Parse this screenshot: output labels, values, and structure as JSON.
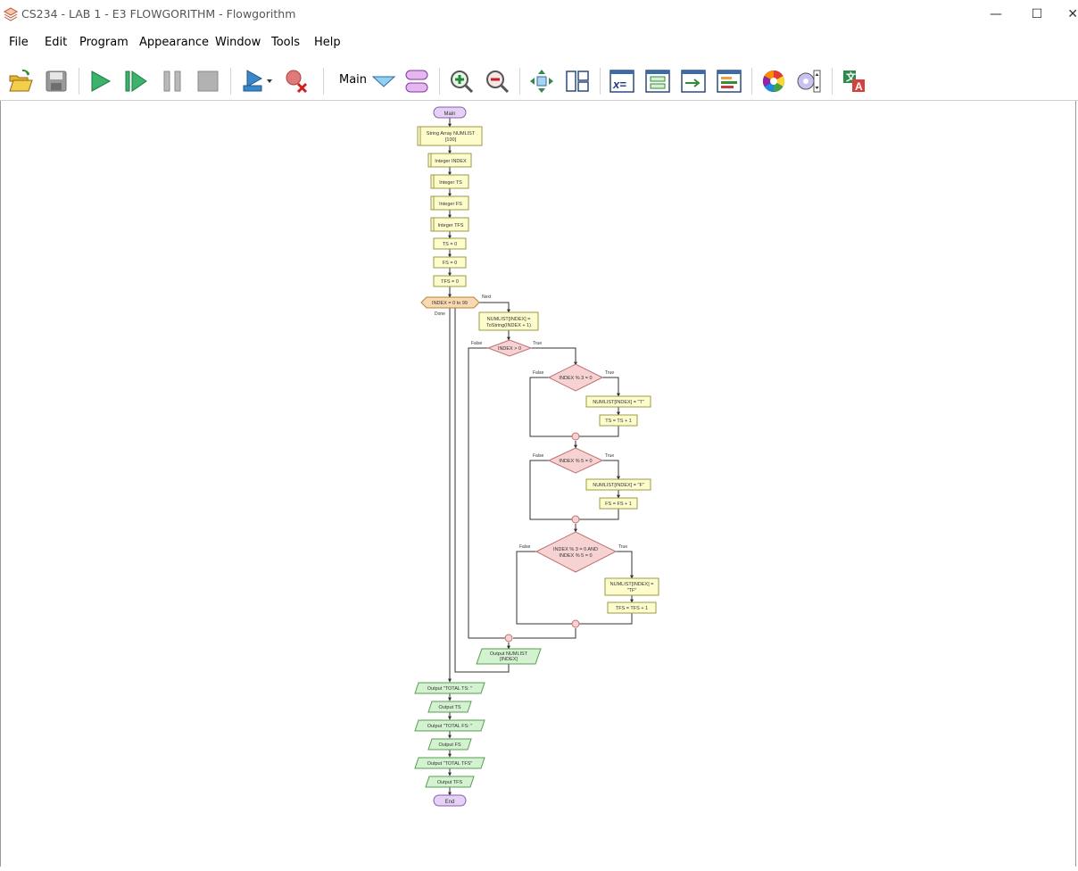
{
  "window": {
    "title": "CS234 - LAB 1 - E3 FLOWGORITHM - Flowgorithm",
    "minimize_glyph": "—",
    "maximize_glyph": "☐",
    "close_glyph": "✕"
  },
  "menu": [
    "File",
    "Edit",
    "Program",
    "Appearance",
    "Window",
    "Tools",
    "Help"
  ],
  "toolbar": {
    "function_selector": "Main",
    "icons": [
      "open-icon",
      "save-icon",
      "run-icon",
      "step-icon",
      "pause-icon",
      "stop-icon",
      "breakpoint-add-icon",
      "breakpoint-clear-icon",
      "function-dropdown-icon",
      "function-manager-icon",
      "zoom-in-icon",
      "zoom-out-icon",
      "fit-icon",
      "layout-icon",
      "variable-watch-icon",
      "console-icon",
      "output-icon",
      "source-view-icon",
      "color-palette-icon",
      "style-icon",
      "translate-icon"
    ]
  },
  "flowchart": {
    "main": "Main",
    "end": "End",
    "decl_numlist": [
      "String Array NUMLIST",
      "[100]"
    ],
    "decl_index": "Integer INDEX",
    "decl_ts": "Integer TS",
    "decl_fs": "Integer FS",
    "decl_tfs": "Integer TFS",
    "assign_ts0": "TS = 0",
    "assign_fs0": "FS = 0",
    "assign_tfs0": "TFS = 0",
    "for_loop": "INDEX = 0 to 99",
    "next_label": "Next",
    "done_label": "Done",
    "assign_numlist": [
      "NUMLIST[INDEX] =",
      "ToString(INDEX + 1)"
    ],
    "if_index_gt0": "INDEX > 0",
    "if_mod3": "INDEX % 3 = 0",
    "assign_t": "NUMLIST[INDEX] = \"T\"",
    "inc_ts": "TS = TS + 1",
    "if_mod5": "INDEX % 5 = 0",
    "assign_f": "NUMLIST[INDEX] = \"F\"",
    "inc_fs": "FS = FS + 1",
    "if_both": [
      "INDEX % 3 = 0 AND",
      "INDEX % 5 = 0"
    ],
    "assign_tf": [
      "NUMLIST[INDEX] =",
      "\"TF\""
    ],
    "inc_tfs": "TFS = TFS + 1",
    "output_numlist": [
      "Output NUMLIST",
      "[INDEX]"
    ],
    "output_total_ts": "Output \"TOTAL TS: \"",
    "output_ts": "Output TS",
    "output_total_fs": "Output \"TOTAL FS: \"",
    "output_fs": "Output FS",
    "output_total_tfs": "Output \"TOTAL TFS\"",
    "output_tfs": "Output TFS",
    "true_label": "True",
    "false_label": "False"
  },
  "colors": {
    "terminal_fill": "#e4d2f4",
    "terminal_stroke": "#8a5bb0",
    "decl_fill": "#fdfccd",
    "decl_stroke": "#9c9a44",
    "loop_fill": "#f8d9b0",
    "loop_stroke": "#b6843f",
    "decision_fill": "#f7d2d2",
    "decision_stroke": "#c07070",
    "output_fill": "#d3f2cf",
    "output_stroke": "#5a9c55"
  }
}
